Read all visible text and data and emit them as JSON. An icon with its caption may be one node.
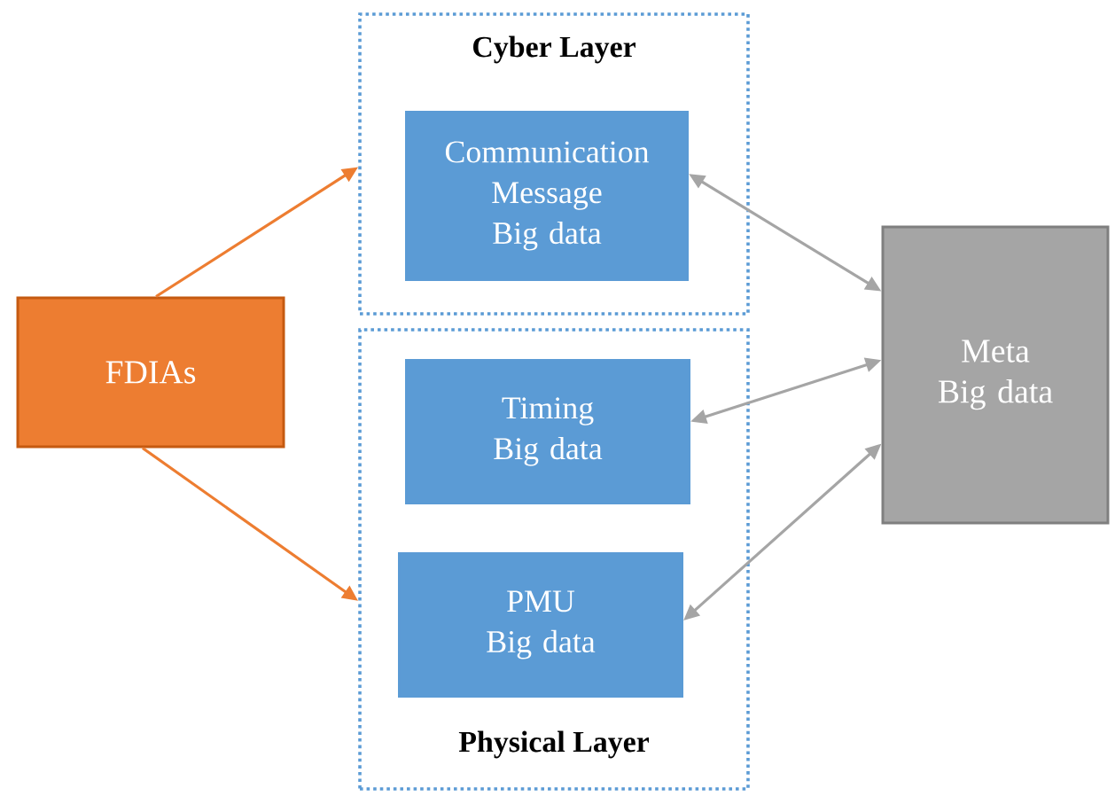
{
  "diagram": {
    "nodes": [
      {
        "text": [
          "Cyber Layer"
        ]
      },
      {
        "text": [
          "Communication Message",
          "Big data"
        ],
        "in": 0
      },
      {
        "text": [
          "Physical Layer"
        ]
      },
      {
        "text": [
          "Timing",
          "Big data"
        ],
        "in": 2
      },
      {
        "text": [
          "PMU",
          "Big data"
        ],
        "in": 2
      },
      {
        "text": [
          "FDIAs"
        ]
      },
      {
        "text": [
          "Meta",
          "Big data"
        ]
      }
    ],
    "edges": [
      {
        "from": 5,
        "to": 0,
        "arrow": "to",
        "color": "#ed7d31"
      },
      {
        "from": 5,
        "to": 2,
        "arrow": "to",
        "color": "#ed7d31"
      },
      {
        "from": 6,
        "to": 1,
        "arrow": "both"
      },
      {
        "from": 6,
        "to": 3,
        "arrow": "both"
      },
      {
        "from": 6,
        "to": 4,
        "arrow": "both"
      }
    ]
  }
}
